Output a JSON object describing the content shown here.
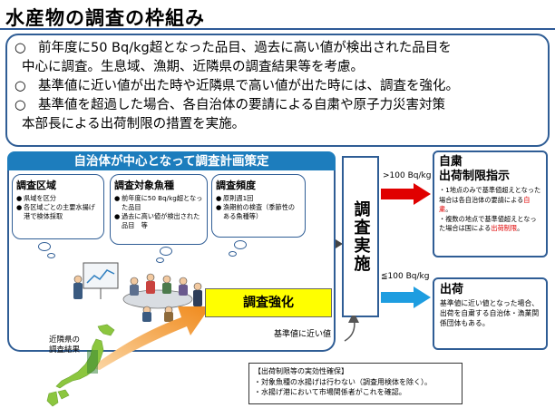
{
  "title": "水産物の調査の枠組み",
  "top_box": {
    "mark": "○",
    "bullet1_line1": "前年度に50 Bq/kg超となった品目、過去に高い値が検出された品目を",
    "bullet1_line2": "中心に調査。生息域、漁期、近隣県の調査結果等を考慮。",
    "bullet2_line1": "基準値に近い値が出た時や近隣県で高い値が出た時には、調査を強化。",
    "bullet3_line1": "基準値を超過した場合、各自治体の要請による自粛や原子力災害対策",
    "bullet3_line2": "本部長による出荷制限の措置を実施。"
  },
  "plan": {
    "banner": "自治体が中心となって調査計画策定",
    "area": {
      "title": "調査区域",
      "items": [
        "県域を区分",
        "各区域ごとの主要水揚げ港で検体採取"
      ]
    },
    "species": {
      "title": "調査対象魚種",
      "items": [
        "前年度に50 Bq/kg超となった品目",
        "過去に高い値が検出された品目　等"
      ]
    },
    "frequency": {
      "title": "調査頻度",
      "items": [
        "原則週1回",
        "漁期前の検査（季節性のある魚種等）"
      ]
    },
    "bullet": "●",
    "strengthen": "調査強化"
  },
  "survey": {
    "label": "調査実施"
  },
  "arrows": {
    "over": ">100 Bq/kg",
    "under": "≦100 Bq/kg"
  },
  "restriction": {
    "title_line1": "自粛",
    "title_line2": "出荷制限指示",
    "text1a": "・1地点のみで基準値超えとなった場合は各自治体の要請による",
    "text1b": "自粛",
    "text1c": "。",
    "text2a": "・複数の地点で基準値超えとなった場合は国による",
    "text2b": "出荷制限",
    "text2c": "。"
  },
  "shipment": {
    "title": "出荷",
    "text": "基準値に近い値となった場合、出荷を自粛する自治体・漁業関係団体もある。"
  },
  "near_prefecture": {
    "line1": "近隣県の",
    "line2": "調査結果"
  },
  "near_standard": "基準値に近い値",
  "bottom_box": {
    "title": "【出荷制限等の実効性確保】",
    "line1": "・対象魚種の水揚げは行わない（調査用検体を除く）。",
    "line2": "・水揚げ港において市場関係者がこれを確認。"
  },
  "colors": {
    "frame": "#2f5d95",
    "banner": "#1d7dbd",
    "highlight": "#ffff00",
    "red_arrow": "#e00000",
    "blue_arrow": "#1e9de0",
    "orange_arrow": "#f39320",
    "map": "#7cc242"
  }
}
